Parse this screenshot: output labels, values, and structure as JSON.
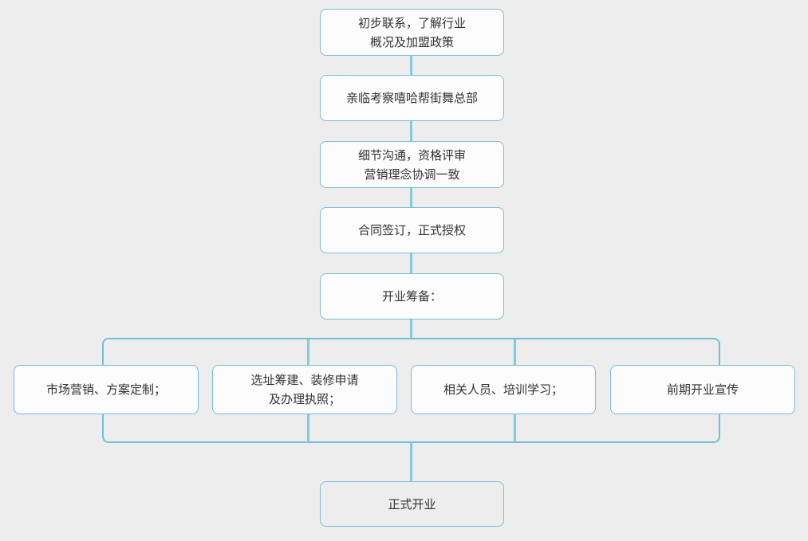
{
  "page": {
    "background_color": "#ededed",
    "node_fill_color": "#fcfcfc",
    "node_border_color": "#7abcd8",
    "connector_color": "#70c0da",
    "text_color": "#333333"
  },
  "flowchart": {
    "main_steps": [
      {
        "label": "初步联系，了解行业\n概况及加盟政策"
      },
      {
        "label": "亲临考察嘻哈帮街舞总部"
      },
      {
        "label": "细节沟通，资格评审\n营销理念协调一致"
      },
      {
        "label": "合同签订，正式授权"
      },
      {
        "label": "开业筹备："
      }
    ],
    "branch_steps": [
      {
        "label": "市场营销、方案定制；"
      },
      {
        "label": "选址筹建、装修申请\n及办理执照；"
      },
      {
        "label": "相关人员、培训学习；"
      },
      {
        "label": "前期开业宣传"
      }
    ],
    "final_step": {
      "label": "正式开业"
    }
  }
}
